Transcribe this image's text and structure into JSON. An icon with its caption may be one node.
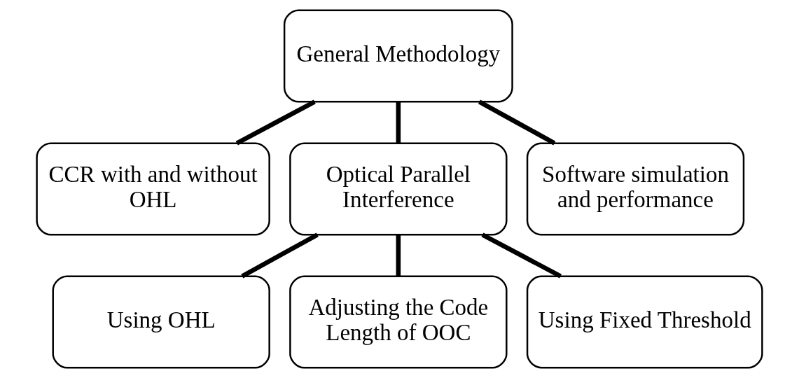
{
  "diagram": {
    "nodes": [
      {
        "text": [
          "General Methodology"
        ]
      },
      {
        "text": [
          "CCR with and without OHL"
        ]
      },
      {
        "text": [
          "Optical Parallel Interference"
        ]
      },
      {
        "text": [
          "Software simulation and performance"
        ]
      },
      {
        "text": [
          "Using OHL"
        ]
      },
      {
        "text": [
          "Adjusting the Code Length of OOC"
        ]
      },
      {
        "text": [
          "Using Fixed Threshold"
        ]
      }
    ],
    "edges": [
      {
        "from": 0,
        "to": 1,
        "arrow": "none"
      },
      {
        "from": 0,
        "to": 2,
        "arrow": "none"
      },
      {
        "from": 0,
        "to": 3,
        "arrow": "none"
      },
      {
        "from": 2,
        "to": 4,
        "arrow": "none"
      },
      {
        "from": 2,
        "to": 5,
        "arrow": "none"
      },
      {
        "from": 2,
        "to": 6,
        "arrow": "none"
      }
    ]
  }
}
